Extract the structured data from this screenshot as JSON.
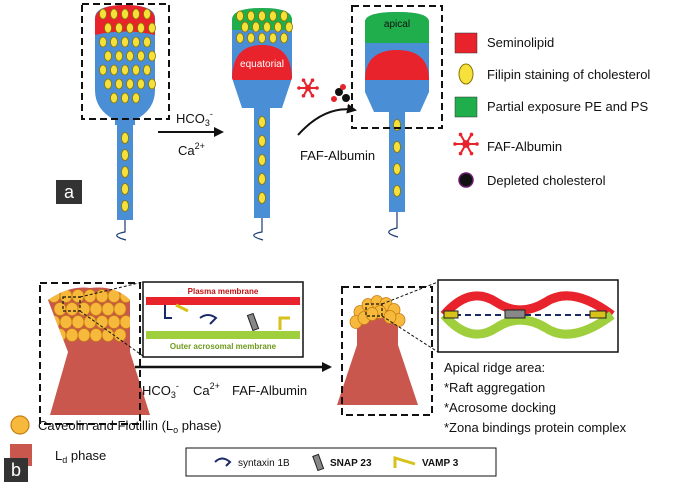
{
  "colors": {
    "seminolipid": "#e8232b",
    "cholesterol": "#f5e13a",
    "pe_ps": "#1fae4b",
    "sperm_body": "#4a8fd6",
    "albumin": "#e8232b",
    "depleted": "#111111",
    "caveolin": "#f6b93b",
    "ld_phase": "#c9574e",
    "plasma_membrane": "#e8232b",
    "acrosomal_membrane": "#9fcf3c"
  },
  "panel_a": {
    "badge": "a",
    "step1_ion1": "HCO",
    "step1_ion1_sub": "3",
    "step1_ion1_sup": "-",
    "step1_ion2": "Ca",
    "step1_ion2_sup": "2+",
    "step2_label": "FAF-Albumin",
    "label_equatorial": "equatorial",
    "label_apical": "apical",
    "legend": [
      {
        "icon": "red-square-icon",
        "text": "Seminolipid"
      },
      {
        "icon": "yellow-ellipse-icon",
        "text": "Filipin staining of cholesterol"
      },
      {
        "icon": "green-square-icon",
        "text": "Partial exposure PE and PS"
      },
      {
        "icon": "albumin-star-icon",
        "text": "FAF-Albumin"
      },
      {
        "icon": "black-dot-icon",
        "text": "Depleted cholesterol"
      }
    ]
  },
  "panel_b": {
    "badge": "b",
    "inset_top": "Plasma membrane",
    "inset_bottom": "Outer acrosomal membrane",
    "arrow_labels": {
      "hco": "HCO",
      "hco_sub": "3",
      "hco_sup": "-",
      "ca": "Ca",
      "ca_sup": "2+",
      "faf": "FAF-Albumin"
    },
    "legend_caveolin": {
      "text": "Caveolin and Flotillin (L",
      "sub": "o",
      "suffix": " phase)"
    },
    "legend_ld": {
      "text": "L",
      "sub": "d",
      "suffix": " phase"
    },
    "apical_title": "Apical ridge area:",
    "apical_items": [
      "*Raft aggregation",
      "*Acrosome docking",
      "*Zona bindings protein complex"
    ],
    "protein_legend": [
      {
        "icon": "syntaxin-icon",
        "text": "syntaxin 1B"
      },
      {
        "icon": "snap23-icon",
        "text": "SNAP 23"
      },
      {
        "icon": "vamp3-icon",
        "text": "VAMP 3"
      }
    ]
  }
}
